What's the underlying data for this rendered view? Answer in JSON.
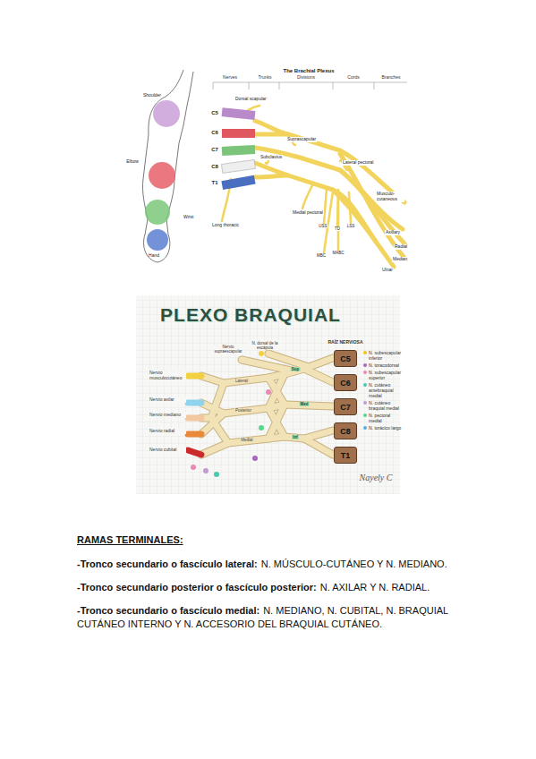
{
  "diagram": {
    "nodes": [
      {
        "text": [
          "C5"
        ]
      },
      {
        "text": [
          "C6"
        ]
      },
      {
        "text": [
          "C7"
        ]
      },
      {
        "text": [
          "C8"
        ]
      },
      {
        "text": [
          "T1"
        ]
      }
    ],
    "labels": [
      "The Brachial Plexus",
      "Nerves",
      "Trunks",
      "Divisions",
      "Cords",
      "Branches",
      "Shoulder",
      "Elbow",
      "Wrist",
      "Hand",
      "C5",
      "C6",
      "C7",
      "C8",
      "T1",
      "Dorsal scapular",
      "Suprascapular",
      "Subclavius",
      "Lateral pectoral",
      "Medial pectoral",
      "Long thoracic",
      "USS",
      "TD",
      "LSS",
      "MBC",
      "MABC",
      "Ulnar",
      "Median",
      "Radial",
      "Axillary",
      "Musculo-cutaneous",
      "PLEXO BRAQUIAL",
      "RAÍZ NERVIOSA",
      "N. dorsal de la escápula",
      "Nervio supraescapular",
      "Nervio musculocutáneo",
      "Nervio axilar",
      "Nervio mediano",
      "Nervio radial",
      "Nervio cubital",
      "Lateral",
      "Posterior",
      "Medial",
      "Sup",
      "Med",
      "Inf",
      "Nayely C",
      "RAMAS TERMINALES:",
      "-Tronco secundario o fascículo lateral:",
      "N. MÚSCULO-CUTÁNEO Y N. MEDIANO.",
      "-Tronco secundario posterior o fascículo posterior:",
      "N. AXILAR Y N. RADIAL.",
      "-Tronco secundario o fascículo medial:",
      "N. MEDIANO, N. CUBITAL, N. BRAQUIAL CUTÁNEO INTERNO Y N. ACCESORIO DEL BRAQUIAL CUTÁNEO."
    ],
    "legend": [
      {
        "text": "N. subescapular inferior",
        "color": "#f1c40f"
      },
      {
        "text": "N. toracodorsal",
        "color": "#a569bd"
      },
      {
        "text": "N. subescapular superior",
        "color": "#e88bb0"
      },
      {
        "text": "N. cutáneo antebraquial medial",
        "color": "#48c9b0"
      },
      {
        "text": "N. cutáneo braquial medial",
        "color": "#c39bd3"
      },
      {
        "text": "N. pectoral medial",
        "color": "#58d68d"
      },
      {
        "text": "N. torácico largo",
        "color": "#5dade2"
      }
    ]
  }
}
